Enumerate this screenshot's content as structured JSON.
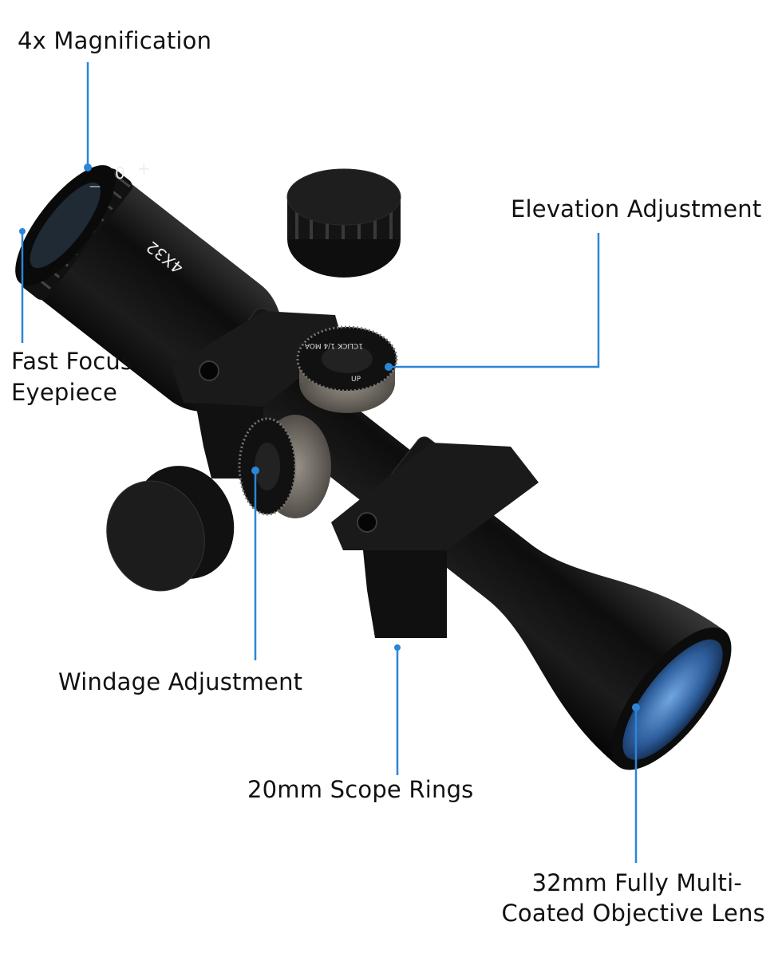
{
  "callouts": {
    "magnification": "4x Magnification",
    "elevation": "Elevation Adjustment",
    "eyepiece_line1": "Fast Focus",
    "eyepiece_line2": "Eyepiece",
    "windage": "Windage Adjustment",
    "rings": "20mm Scope Rings",
    "objective_line1": "32mm Fully Multi-",
    "objective_line2": "Coated Objective Lens"
  },
  "scope_markings": {
    "model": "4X32",
    "diopter": [
      "+",
      "0",
      "—"
    ],
    "turret_click": "1CLICK",
    "turret_value": "1/4 MOA",
    "turret_direction": "UP"
  },
  "colors": {
    "callout_line": "#2a86d8",
    "scope_body": "#1a1a1a",
    "lens": "#2f5f9e"
  }
}
